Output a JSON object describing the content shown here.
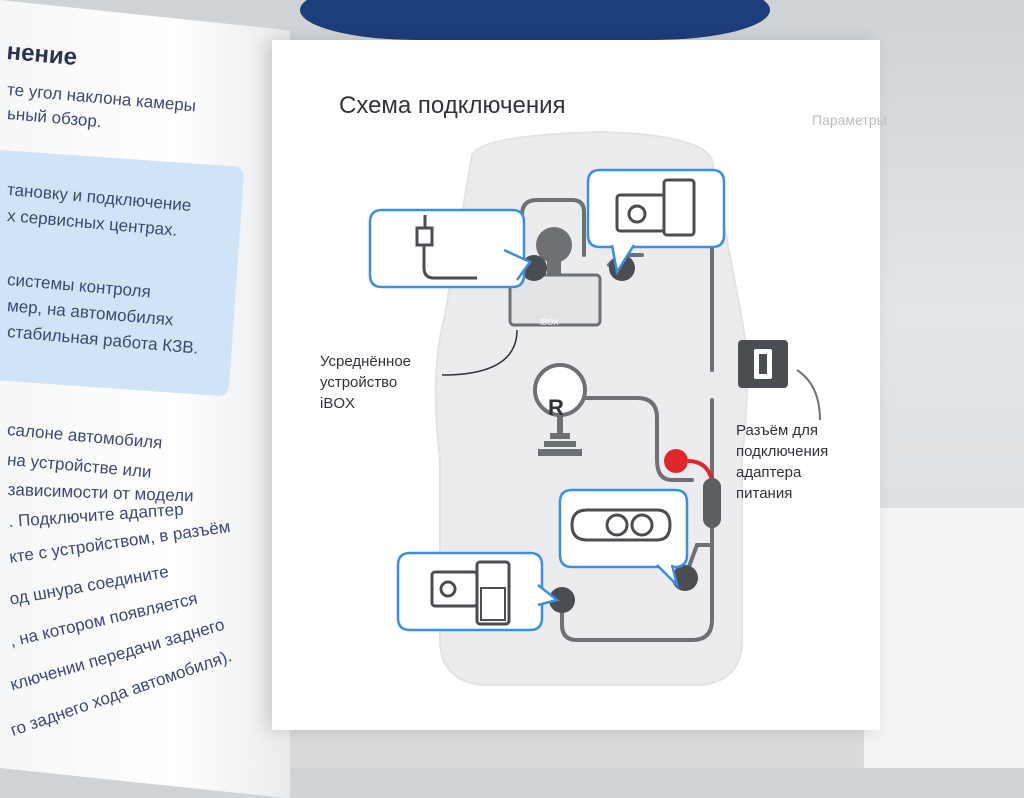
{
  "left_page": {
    "heading": "нение",
    "lines": [
      "те угол наклона камеры",
      "ьный обзор.",
      "тановку и подключение",
      "х сервисных центрах.",
      "системы контроля",
      "мер, на автомобилях",
      "стабильная работа КЗВ.",
      "салоне автомобиля",
      "на устройстве или",
      "зависимости от модели",
      ". Подключите адаптер",
      "кте с устройством, в разъём",
      "од шнура соедините",
      ", на котором появляется",
      "ключении передачи заднего",
      "го заднего хода автомобиля)."
    ],
    "box_color": "#cfe4f6"
  },
  "right_page": {
    "title": "Схема подключения",
    "ghost_title": "Параметры",
    "device_label": [
      "Усреднённое",
      "устройство",
      "iBOX"
    ],
    "device_brand": "iBOX",
    "connector_label": [
      "Разъём для",
      "подключения",
      "адаптера",
      "питания"
    ],
    "reverse_gear_letter": "R",
    "colors": {
      "callout_border": "#3a8fe0",
      "cable": "#6d7075",
      "node": "#4a4d52",
      "red_node": "#e0262b",
      "car": "#e9eaec"
    }
  }
}
